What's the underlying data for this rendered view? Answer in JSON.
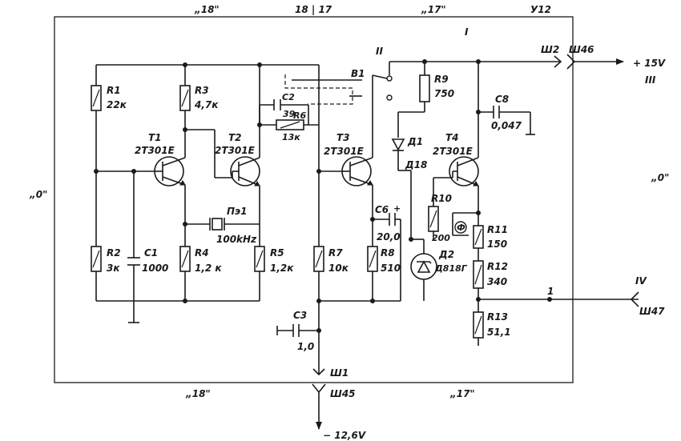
{
  "zones": {
    "top_left": "„18\"",
    "top_center": "18 | 17",
    "top_right": "„17\"",
    "bottom_left": "„18\"",
    "bottom_right": "„17\"",
    "side_left": "„0\"",
    "side_right": "„0\""
  },
  "block": {
    "id": "У12",
    "section": "I"
  },
  "markers": {
    "m2": "II",
    "m3": "III",
    "m4": "IV",
    "node1": "1"
  },
  "connectors": {
    "w2": "Ш2",
    "w46": "Ш46",
    "w1": "Ш1",
    "w45": "Ш45",
    "w47": "Ш47"
  },
  "supplies": {
    "pos": "+ 15V",
    "neg": "− 12,6V"
  },
  "components": {
    "R1": {
      "ref": "R1",
      "val": "22к"
    },
    "R2": {
      "ref": "R2",
      "val": "3к"
    },
    "R3": {
      "ref": "R3",
      "val": "4,7к"
    },
    "R4": {
      "ref": "R4",
      "val": "1,2 к"
    },
    "R5": {
      "ref": "R5",
      "val": "1,2к"
    },
    "R6": {
      "ref": "R6",
      "val": "13к"
    },
    "R7": {
      "ref": "R7",
      "val": "10к"
    },
    "R8": {
      "ref": "R8",
      "val": "510"
    },
    "R9": {
      "ref": "R9",
      "val": "750"
    },
    "R10": {
      "ref": "R10",
      "val": "200"
    },
    "R11": {
      "ref": "R11",
      "val": "150"
    },
    "R12": {
      "ref": "R12",
      "val": "340"
    },
    "R13": {
      "ref": "R13",
      "val": "51,1"
    },
    "C1": {
      "ref": "C1",
      "val": "1000"
    },
    "C2": {
      "ref": "C2",
      "val": "39"
    },
    "C3": {
      "ref": "C3",
      "val": "1,0"
    },
    "C6": {
      "ref": "C6",
      "val": "20,0"
    },
    "C8": {
      "ref": "C8",
      "val": "0,047"
    },
    "T1": {
      "ref": "T1",
      "val": "2Т301Е"
    },
    "T2": {
      "ref": "T2",
      "val": "2Т301Е"
    },
    "T3": {
      "ref": "T3",
      "val": "2Т301Е"
    },
    "T4": {
      "ref": "T4",
      "val": "2Т301Е"
    },
    "D1": {
      "ref": "Д1",
      "val": "Д18"
    },
    "D2": {
      "ref": "Д2",
      "val": "Д818Г"
    },
    "PE1": {
      "ref": "Пэ1",
      "val": "100kHz"
    },
    "B1": {
      "ref": "В1"
    },
    "phi": "Ф",
    "plus": "+"
  }
}
